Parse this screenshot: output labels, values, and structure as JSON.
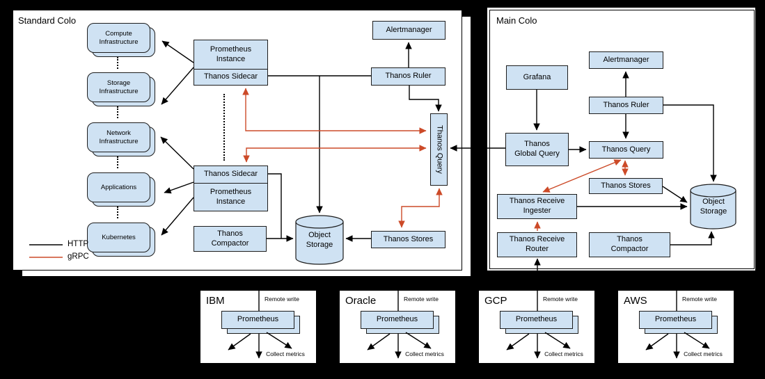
{
  "colors": {
    "node_fill": "#cfe2f3",
    "node_border": "#1c1c1c",
    "http_line": "#000000",
    "grpc_line": "#cc4a28"
  },
  "legend": {
    "http": "HTTP",
    "grpc": "gRPC"
  },
  "standard_colo": {
    "title": "Standard Colo",
    "infrastructure": [
      "Compute\nInfrastructure",
      "Storage\nInfrastructure",
      "Network\nInfrastructure",
      "Applications",
      "Kubernetes"
    ],
    "combo_top": {
      "cell1": "Prometheus\nInstance",
      "cell2": "Thanos Sidecar"
    },
    "combo_bottom": {
      "cell1": "Thanos Sidecar",
      "cell2": "Prometheus\nInstance"
    },
    "compactor": "Thanos\nCompactor",
    "alertmanager": "Alertmanager",
    "ruler": "Thanos Ruler",
    "query": "Thanos Query",
    "object_storage": "Object\nStorage",
    "stores": "Thanos Stores"
  },
  "main_colo": {
    "title": "Main Colo",
    "grafana": "Grafana",
    "alertmanager": "Alertmanager",
    "ruler": "Thanos Ruler",
    "global_query": "Thanos\nGlobal Query",
    "query": "Thanos Query",
    "stores": "Thanos Stores",
    "receive_ingester": "Thanos Receive\nIngester",
    "receive_router": "Thanos Receive\nRouter",
    "compactor": "Thanos\nCompactor",
    "object_storage": "Object\nStorage"
  },
  "providers": [
    {
      "name": "IBM",
      "remote_write": "Remote write",
      "prometheus": "Prometheus",
      "collect_metrics": "Collect metrics"
    },
    {
      "name": "Oracle",
      "remote_write": "Remote write",
      "prometheus": "Prometheus",
      "collect_metrics": "Collect metrics"
    },
    {
      "name": "GCP",
      "remote_write": "Remote write",
      "prometheus": "Prometheus",
      "collect_metrics": "Collect metrics"
    },
    {
      "name": "AWS",
      "remote_write": "Remote write",
      "prometheus": "Prometheus",
      "collect_metrics": "Collect metrics"
    }
  ]
}
